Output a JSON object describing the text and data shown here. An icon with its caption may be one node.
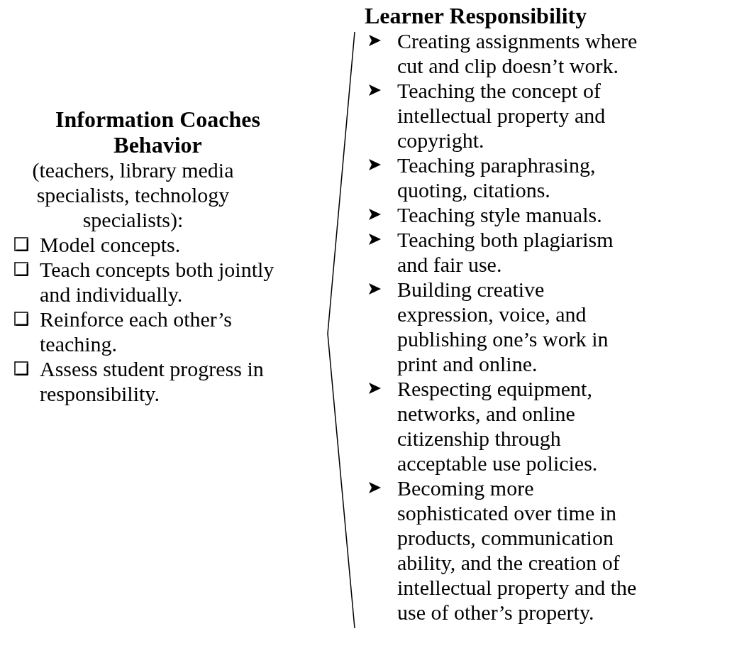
{
  "diagram": {
    "labels": [
      "Information Coaches Behavior",
      "(teachers, library media specialists, technology specialists):",
      "Model concepts.",
      "Teach concepts both jointly and individually.",
      "Reinforce each other’s teaching.",
      "Assess student progress in responsibility.",
      "Learner Responsibility",
      "Creating assignments where cut and clip doesn’t work.",
      "Teaching the concept of intellectual property and copyright.",
      "Teaching paraphrasing, quoting, citations.",
      "Teaching style manuals.",
      "Teaching both plagiarism and fair use.",
      "Building creative expression, voice, and publishing one’s work in print and online.",
      "Respecting equipment, networks, and online citizenship through acceptable use policies.",
      "Becoming more sophisticated over time in products, communication ability, and the creation of intellectual property and the use of other’s property."
    ]
  }
}
